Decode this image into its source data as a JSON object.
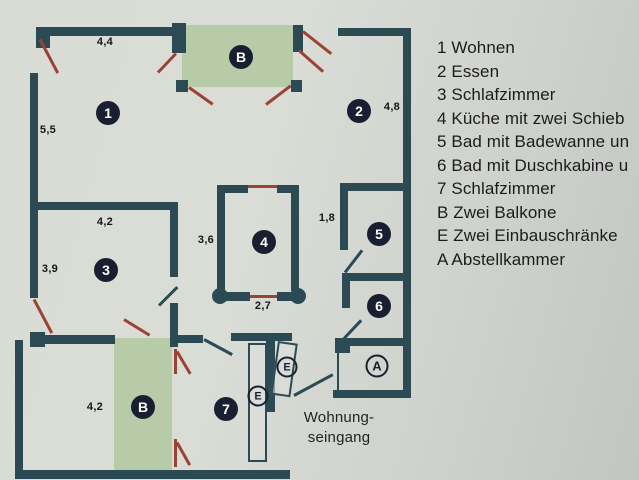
{
  "legend": {
    "items": [
      "1 Wohnen",
      "2 Essen",
      "3 Schlafzimmer",
      "4 Küche mit zwei Schieb",
      "5 Bad mit Badewanne un",
      "6 Bad mit Duschkabine u",
      "7 Schlafzimmer",
      "B Zwei Balkone",
      "E Zwei Einbauschränke",
      "A Abstellkammer"
    ]
  },
  "plan": {
    "rooms": [
      {
        "id": "room-1",
        "label": "1"
      },
      {
        "id": "room-2",
        "label": "2"
      },
      {
        "id": "room-3",
        "label": "3"
      },
      {
        "id": "room-4",
        "label": "4"
      },
      {
        "id": "room-5",
        "label": "5"
      },
      {
        "id": "room-6",
        "label": "6"
      },
      {
        "id": "room-7",
        "label": "7"
      },
      {
        "id": "balcony-top",
        "label": "B"
      },
      {
        "id": "balcony-bottom",
        "label": "B"
      },
      {
        "id": "storage-room",
        "label": "A"
      },
      {
        "id": "built-in-closet-upper",
        "label": "E"
      },
      {
        "id": "built-in-closet-lower",
        "label": "E"
      }
    ],
    "measurements": [
      "4,4",
      "5,5",
      "4,2",
      "3,9",
      "3,6",
      "2,7",
      "1,8",
      "4,8",
      "4,2"
    ],
    "entrance_label_line1": "Wohnung-",
    "entrance_label_line2": "seingang"
  },
  "colors": {
    "wall": "#2c4a54",
    "door_accent": "#9a4335",
    "balcony_fill": "#b7cba8",
    "circle_fill": "#191f31"
  }
}
